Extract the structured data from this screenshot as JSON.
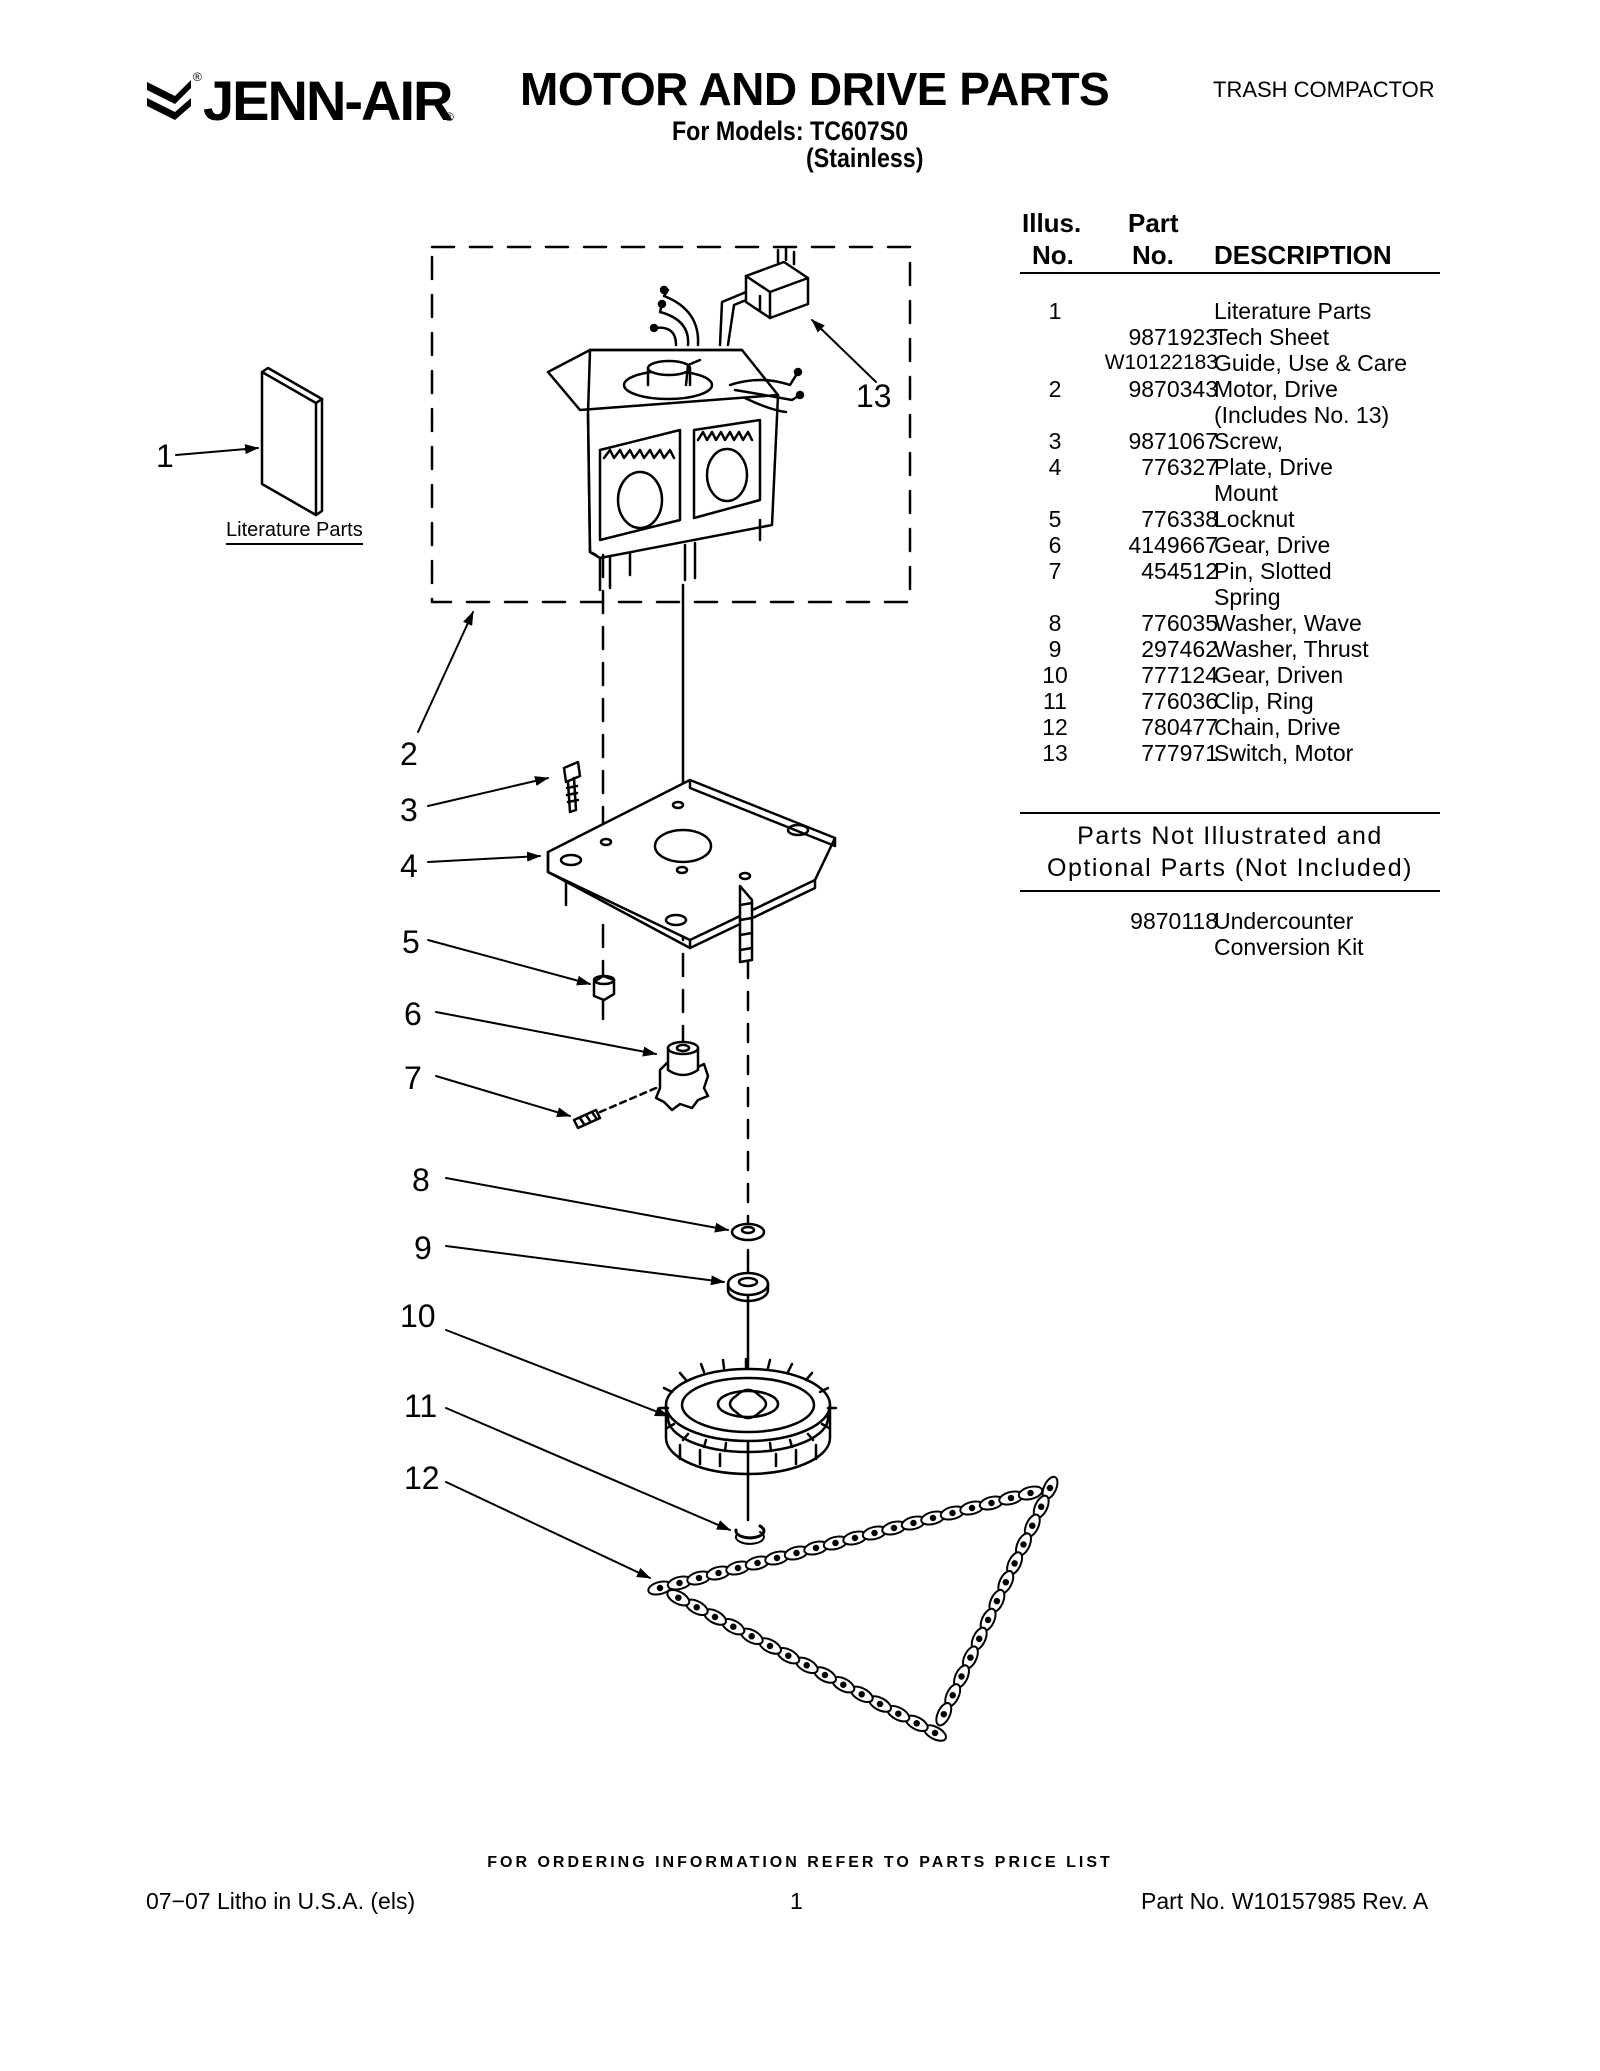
{
  "header": {
    "brand": "JENN-AIR",
    "registered_mark": "®",
    "title": "MOTOR AND DRIVE PARTS",
    "models_line": "For Models: TC607S0",
    "variant": "(Stainless)",
    "category": "TRASH COMPACTOR"
  },
  "table": {
    "head_illus": "Illus.",
    "head_no1": "No.",
    "head_part": "Part",
    "head_no2": "No.",
    "head_desc": "DESCRIPTION",
    "rows": [
      {
        "illus": "1",
        "part": "",
        "desc": "Literature Parts"
      },
      {
        "illus": "",
        "part": "9871923",
        "desc": "Tech Sheet"
      },
      {
        "illus": "",
        "part": "W10122183",
        "desc": "Guide, Use & Care"
      },
      {
        "illus": "2",
        "part": "9870343",
        "desc": "Motor, Drive"
      },
      {
        "illus": "",
        "part": "",
        "desc": "(Includes No. 13)"
      },
      {
        "illus": "3",
        "part": "9871067",
        "desc": "Screw,"
      },
      {
        "illus": "4",
        "part": "776327",
        "desc": "Plate, Drive"
      },
      {
        "illus": "",
        "part": "",
        "desc": "Mount"
      },
      {
        "illus": "5",
        "part": "776338",
        "desc": "Locknut"
      },
      {
        "illus": "6",
        "part": "4149667",
        "desc": "Gear, Drive"
      },
      {
        "illus": "7",
        "part": "454512",
        "desc": "Pin, Slotted"
      },
      {
        "illus": "",
        "part": "",
        "desc": "Spring"
      },
      {
        "illus": "8",
        "part": "776035",
        "desc": "Washer, Wave"
      },
      {
        "illus": "9",
        "part": "297462",
        "desc": "Washer, Thrust"
      },
      {
        "illus": "10",
        "part": "777124",
        "desc": "Gear, Driven"
      },
      {
        "illus": "11",
        "part": "776036",
        "desc": "Clip, Ring"
      },
      {
        "illus": "12",
        "part": "780477",
        "desc": "Chain, Drive"
      },
      {
        "illus": "13",
        "part": "777971",
        "desc": "Switch, Motor"
      }
    ]
  },
  "not_illustrated": {
    "line1": "Parts Not Illustrated and",
    "line2": "Optional Parts (Not Included)",
    "rows": [
      {
        "part": "9870118",
        "desc": "Undercounter"
      },
      {
        "part": "",
        "desc": "Conversion Kit"
      }
    ]
  },
  "diagram": {
    "literature_label": "Literature Parts",
    "callouts": [
      "1",
      "2",
      "3",
      "4",
      "5",
      "6",
      "7",
      "8",
      "9",
      "10",
      "11",
      "12",
      "13"
    ]
  },
  "footer": {
    "ordering_note": "FOR ORDERING INFORMATION REFER TO PARTS PRICE LIST",
    "print_info": "07−07 Litho in U.S.A. (els)",
    "page": "1",
    "part_no": "Part No. W10157985 Rev. A"
  }
}
